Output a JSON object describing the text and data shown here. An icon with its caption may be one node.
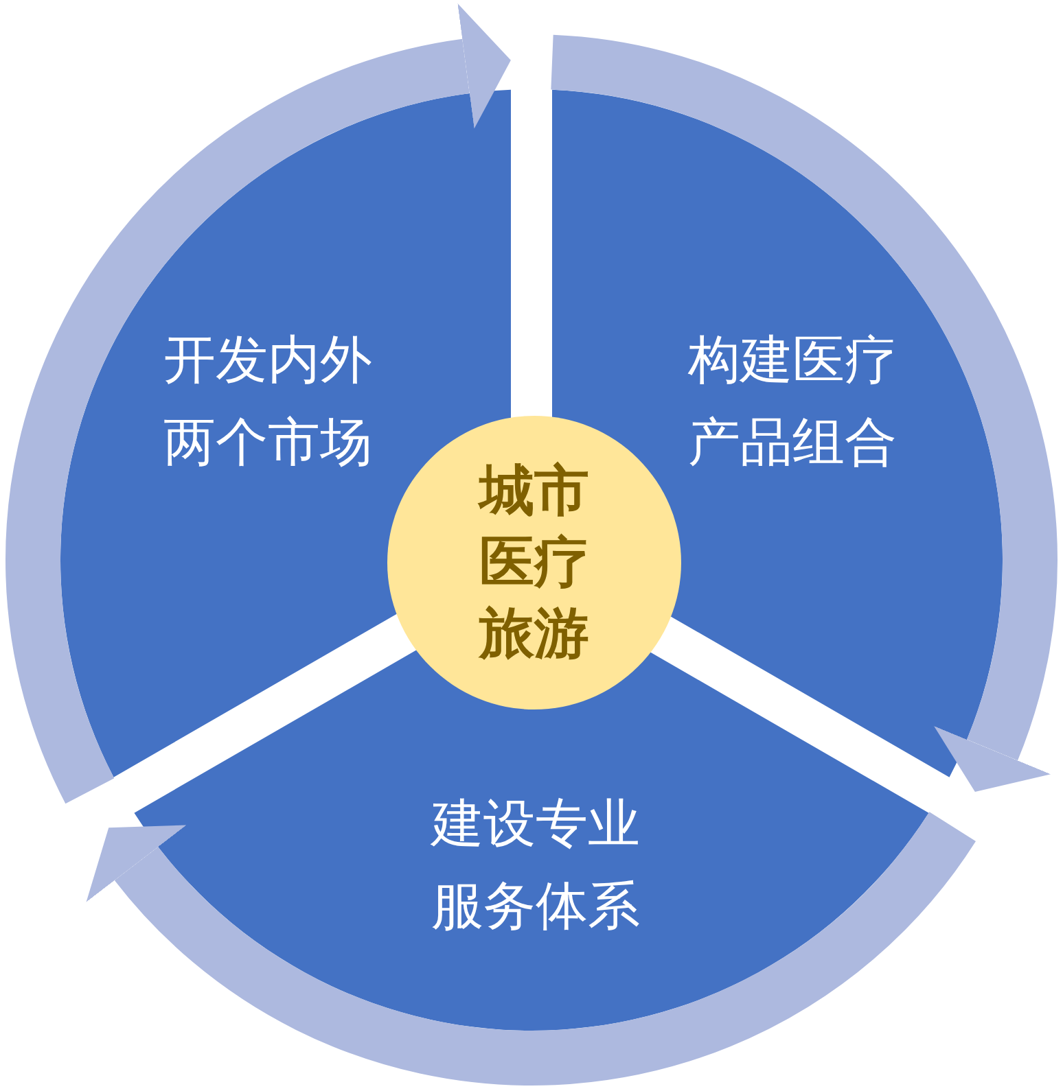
{
  "diagram": {
    "nodes": [
      {
        "text": [
          "开发内外两个市场"
        ]
      },
      {
        "text": [
          "构建医疗产品组合"
        ]
      },
      {
        "text": [
          "城市医疗旅游"
        ]
      },
      {
        "text": [
          "建设专业服务体系"
        ]
      }
    ]
  }
}
